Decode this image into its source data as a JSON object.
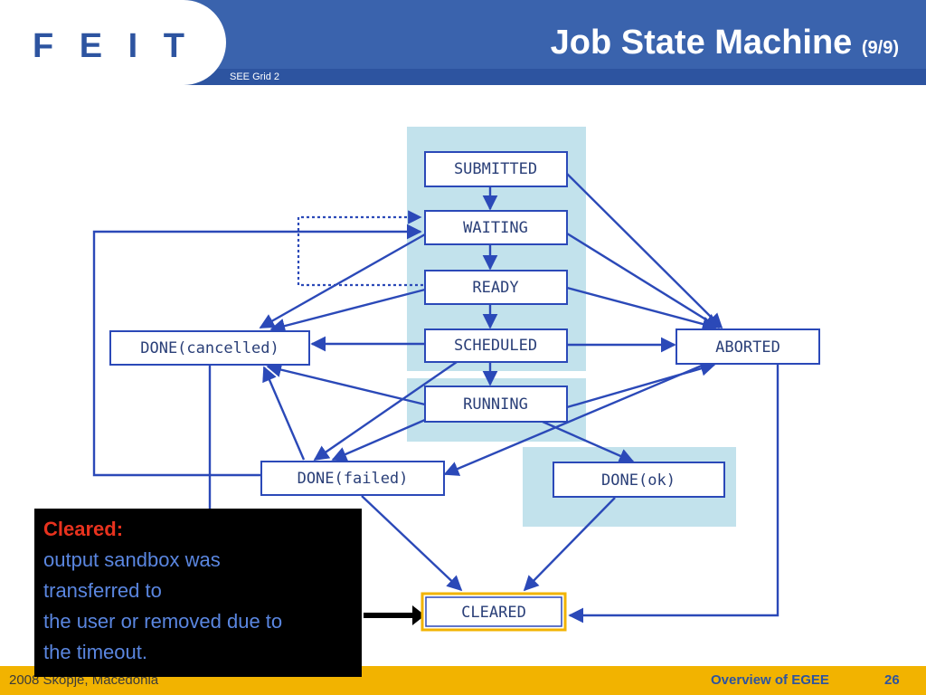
{
  "header": {
    "logo": "F E I T",
    "subtitle": "SEE Grid 2",
    "title": "Job State Machine",
    "title_suffix": "(9/9)"
  },
  "diagram": {
    "states": {
      "submitted": "SUBMITTED",
      "waiting": "WAITING",
      "ready": "READY",
      "scheduled": "SCHEDULED",
      "running": "RUNNING",
      "done_cancelled": "DONE(cancelled)",
      "aborted": "ABORTED",
      "done_failed": "DONE(failed)",
      "done_ok": "DONE(ok)",
      "cleared": "CLEARED"
    }
  },
  "callout": {
    "title": "Cleared:",
    "body": "output sandbox was\ntransferred to\nthe user or removed due to\nthe timeout."
  },
  "footer": {
    "left": "2008 Skopje, Macedonia",
    "right": "Overview of EGEE",
    "page": "26"
  },
  "colors": {
    "header": "#3a63ad",
    "footer": "#f2b300",
    "arrow": "#2b49b8",
    "highlight": "#add8e6",
    "cleared_border": "#f2b300"
  }
}
